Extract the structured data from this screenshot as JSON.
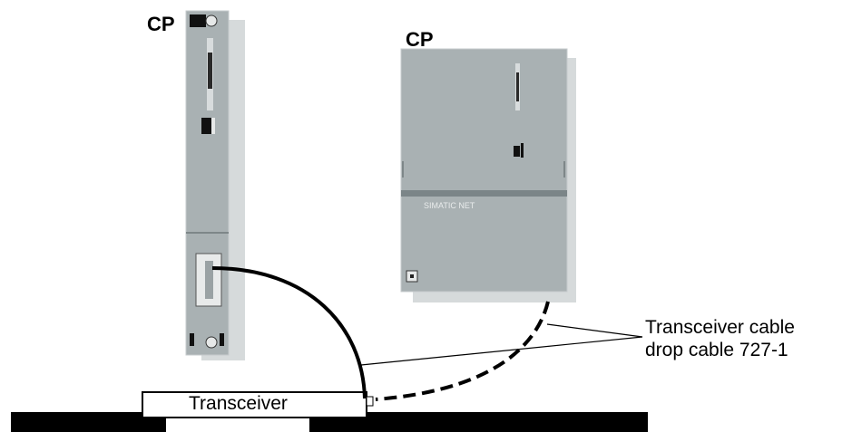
{
  "labels": {
    "cp_left": "CP",
    "cp_right": "CP",
    "transceiver": "Transceiver",
    "callout_line1": "Transceiver cable",
    "callout_line2": "drop cable 727-1",
    "module_text": "SIMATIC NET"
  },
  "colors": {
    "module_face": "#a9b1b3",
    "module_edge": "#d2d6d7",
    "band": "#7b8588",
    "bus": "#000000",
    "cable": "#000000"
  }
}
